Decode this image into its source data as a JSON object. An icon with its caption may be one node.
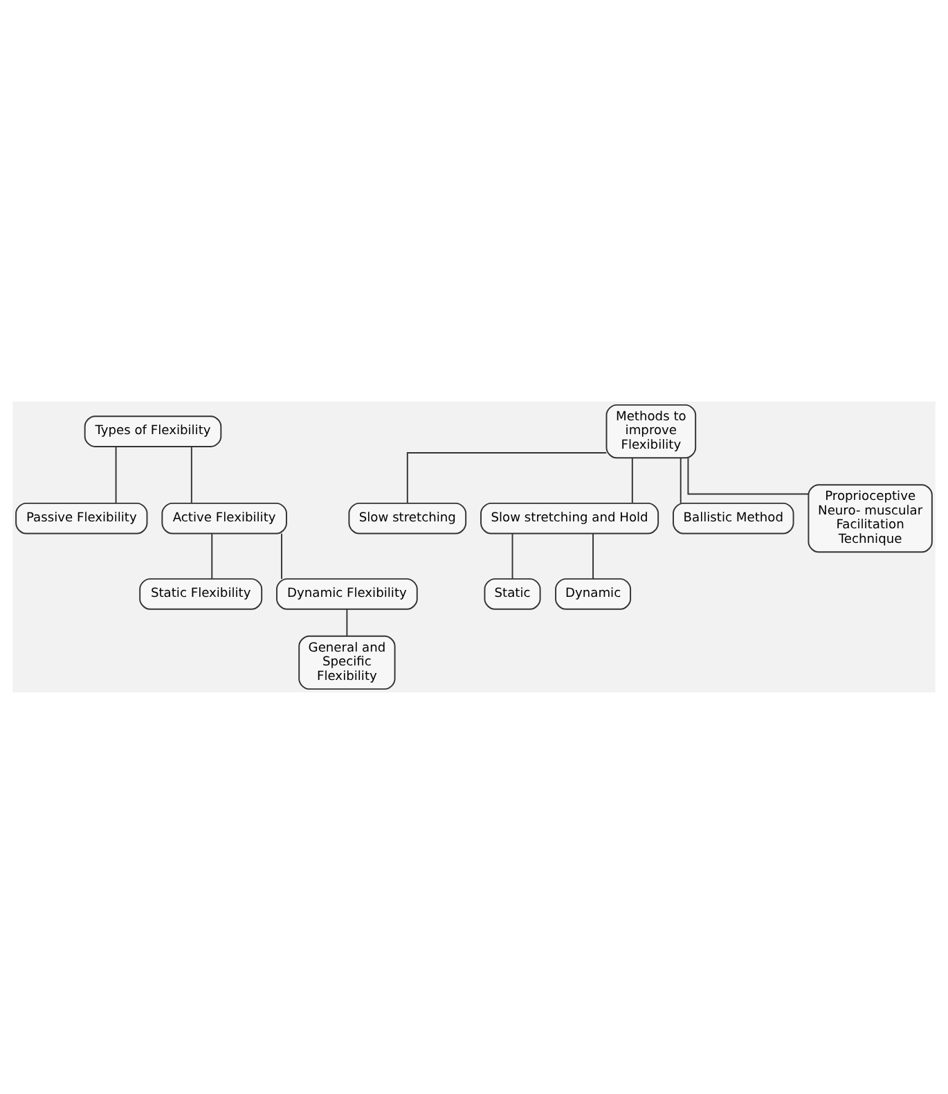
{
  "diagram": {
    "nodes": [
      {
        "text": [
          "Types of Flexibility"
        ]
      },
      {
        "text": [
          "Passive Flexibility"
        ]
      },
      {
        "text": [
          "Active Flexibility"
        ]
      },
      {
        "text": [
          "Static Flexibility"
        ]
      },
      {
        "text": [
          "Dynamic Flexibility"
        ]
      },
      {
        "text": [
          "General and Specific Flexibility"
        ]
      },
      {
        "text": [
          "Methods to improve Flexibility"
        ]
      },
      {
        "text": [
          "Slow stretching"
        ]
      },
      {
        "text": [
          "Slow stretching and Hold"
        ]
      },
      {
        "text": [
          "Ballistic Method"
        ]
      },
      {
        "text": [
          "Proprioceptive Neuro- muscular Facilitation Technique"
        ]
      },
      {
        "text": [
          "Static"
        ]
      },
      {
        "text": [
          "Dynamic"
        ]
      }
    ],
    "edges": [
      {
        "from": 0,
        "to": 1,
        "arrow": "none"
      },
      {
        "from": 0,
        "to": 2,
        "arrow": "none"
      },
      {
        "from": 2,
        "to": 3,
        "arrow": "none"
      },
      {
        "from": 2,
        "to": 4,
        "arrow": "none"
      },
      {
        "from": 4,
        "to": 5,
        "arrow": "none"
      },
      {
        "from": 6,
        "to": 7,
        "arrow": "none"
      },
      {
        "from": 6,
        "to": 8,
        "arrow": "none"
      },
      {
        "from": 6,
        "to": 9,
        "arrow": "none"
      },
      {
        "from": 6,
        "to": 10,
        "arrow": "none"
      },
      {
        "from": 8,
        "to": 11,
        "arrow": "none"
      },
      {
        "from": 8,
        "to": 12,
        "arrow": "none"
      }
    ]
  }
}
